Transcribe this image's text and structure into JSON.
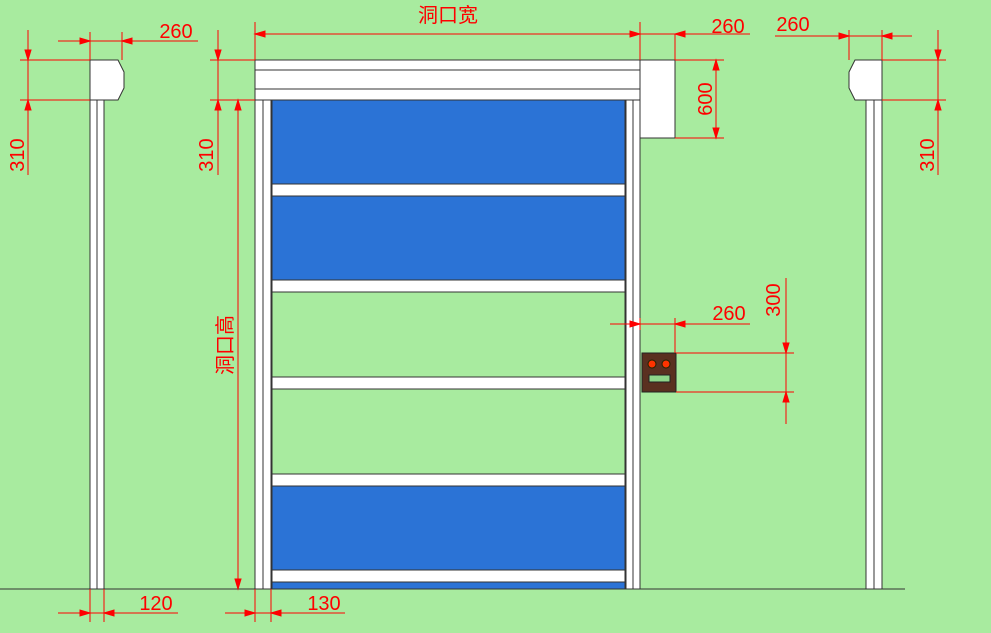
{
  "colors": {
    "background": "#a8eb9f",
    "dimension_line": "#ff0000",
    "panel_blue": "#2b73d6",
    "frame_white": "#ffffff",
    "outline": "#333333",
    "control_box": "#5a3020",
    "button_red": "#ff3300"
  },
  "icons": {
    "control_box": "control-box-icon"
  },
  "dimensions": {
    "opening_width": "洞口宽",
    "opening_height": "洞口高",
    "left_post_width": "260",
    "left_post_height": "310",
    "door_side_height": "310",
    "right_of_head_width_a": "260",
    "right_of_head_width_b": "260",
    "right_post_height": "310",
    "head_box_height": "600",
    "control_offset_width": "260",
    "control_box_height": "300",
    "post_bottom_width": "120",
    "frame_bottom_width": "130"
  }
}
